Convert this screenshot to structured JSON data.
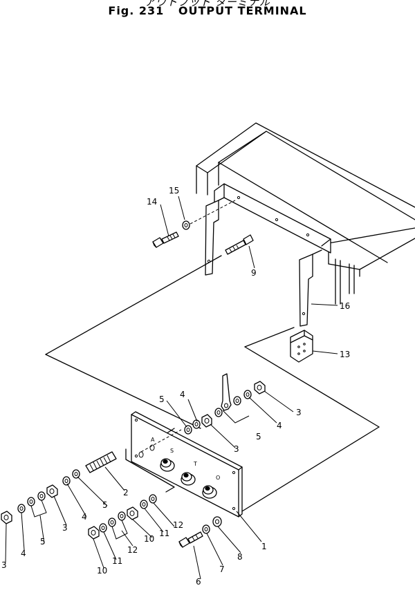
{
  "title": {
    "japanese": "アウトプット ターミナル",
    "figure_label": "Fig. 231",
    "name": "OUTPUT TERMINAL"
  },
  "plate_markings": [
    "A",
    "S",
    "T",
    "O"
  ],
  "callouts": {
    "c1": "1",
    "c2": "2",
    "c3a": "3",
    "c3b": "3",
    "c3c": "3",
    "c3d": "3",
    "c4a": "4",
    "c4b": "4",
    "c4c": "4",
    "c4d": "4",
    "c5a": "5",
    "c5b": "5",
    "c5c": "5",
    "c5d": "5",
    "c6": "6",
    "c7": "7",
    "c8": "8",
    "c9": "9",
    "c10a": "10",
    "c10b": "10",
    "c11a": "11",
    "c11b": "11",
    "c12a": "12",
    "c12b": "12",
    "c13": "13",
    "c14": "14",
    "c15": "15",
    "c16": "16"
  }
}
